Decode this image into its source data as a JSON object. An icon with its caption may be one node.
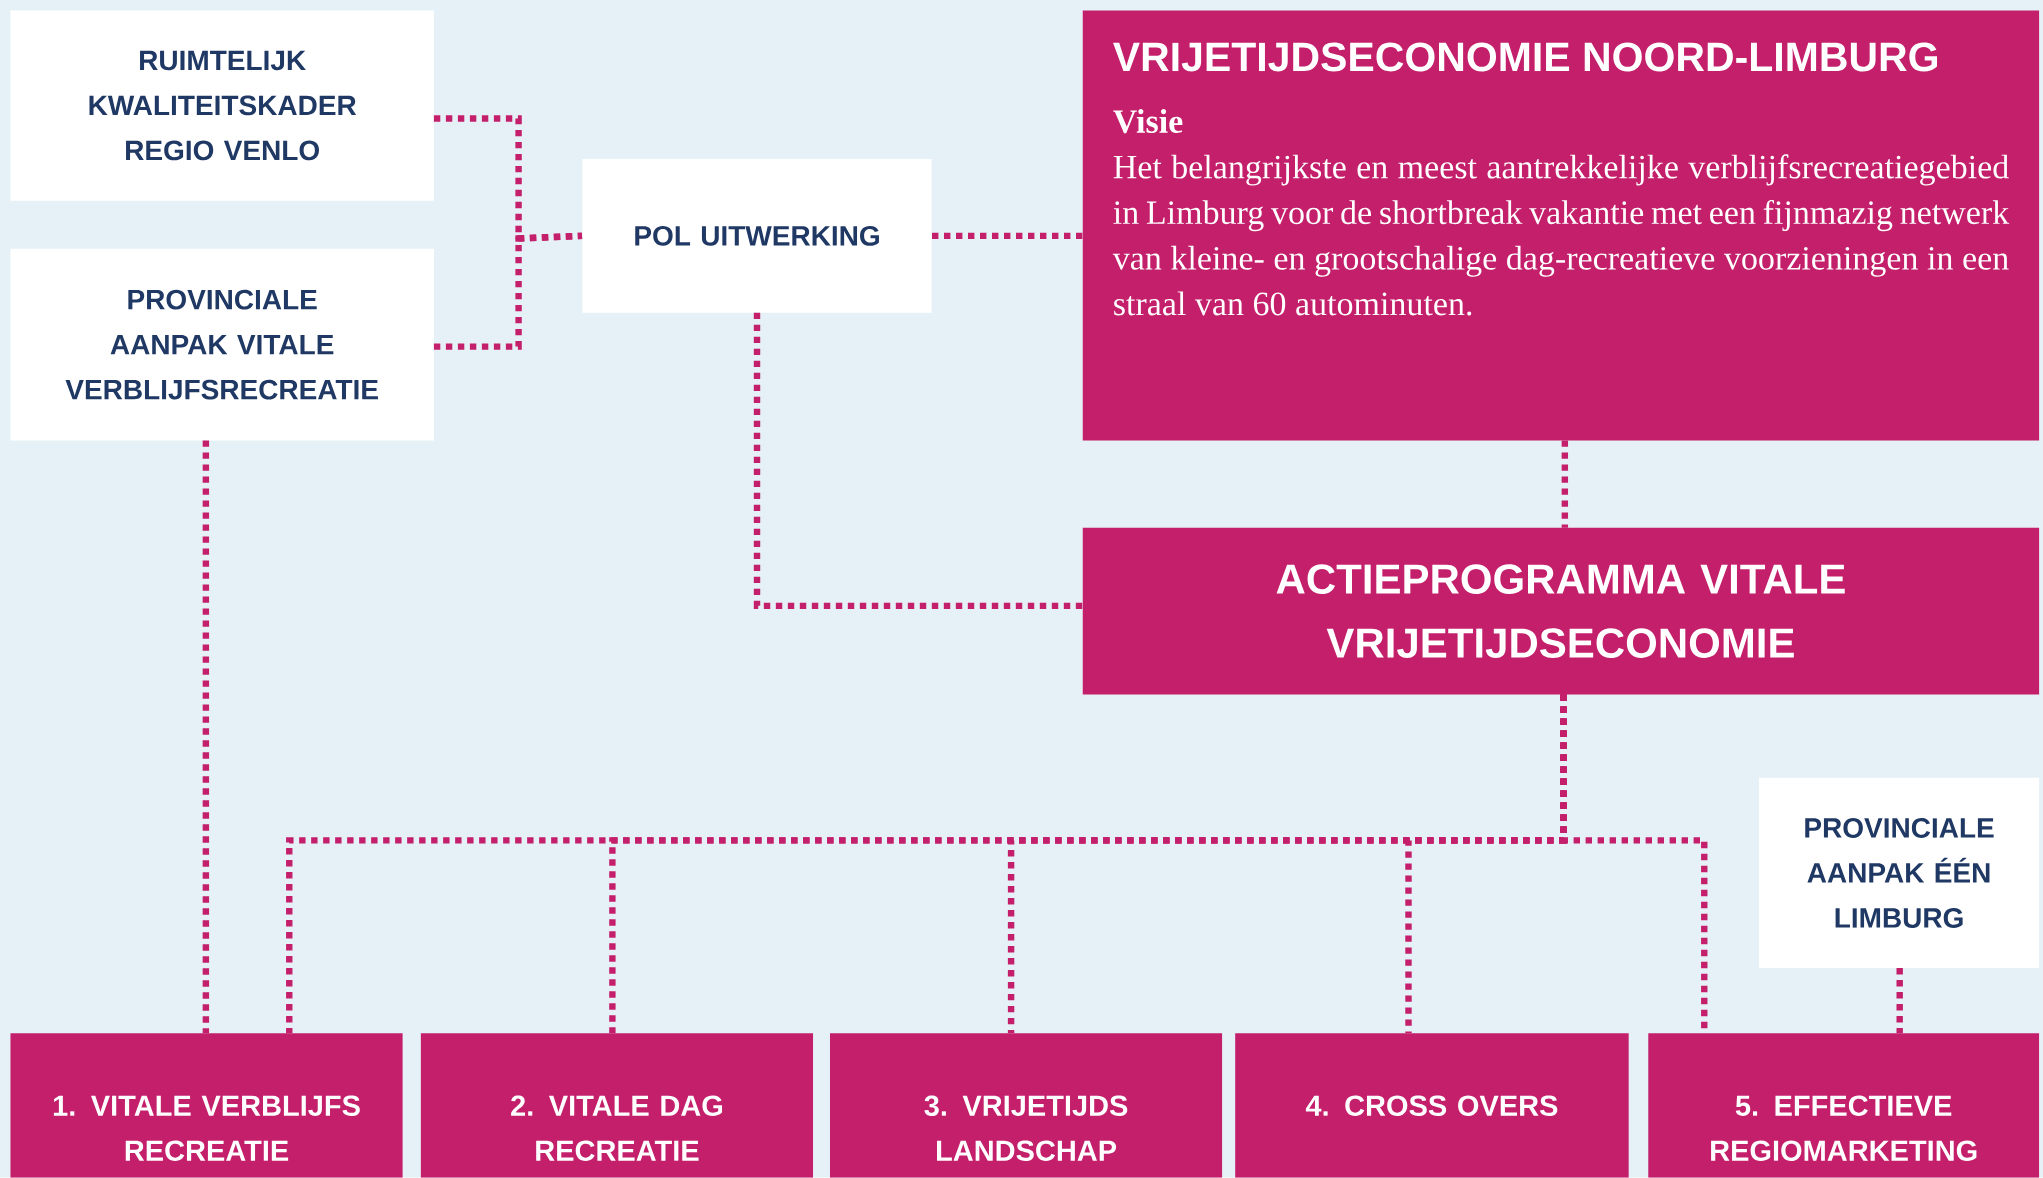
{
  "diagram": {
    "nodes": [
      {
        "text": [
          "RUIMTELIJK KWALITEITSKADER REGIO VENLO"
        ]
      },
      {
        "text": [
          "PROVINCIALE AANPAK VITALE VERBLIJFSRECREATIE"
        ]
      },
      {
        "text": [
          "POL UITWERKING"
        ]
      },
      {
        "text": [
          "VRIJETIJDSECONOMIE NOORD-LIMBURG",
          "Visie",
          "Het belangrijkste en meest aantrekkelijke verblijfsrecreatiegebied in Limburg voor de shortbreak vakantie met een fijnmazig netwerk van kleine- en grootschalige dag-recreatieve voorzieningen in een straal van 60 autominuten."
        ]
      },
      {
        "text": [
          "ACTIEPROGRAMMA VITALE VRIJETIJDSECONOMIE"
        ]
      },
      {
        "text": [
          "PROVINCIALE AANPAK ÉÉN LIMBURG"
        ]
      },
      {
        "text": [
          "1. VITALE VERBLIJFS RECREATIE"
        ]
      },
      {
        "text": [
          "2. VITALE DAG RECREATIE"
        ]
      },
      {
        "text": [
          "3. VRIJETIJDS LANDSCHAP"
        ]
      },
      {
        "text": [
          "4. CROSS OVERS"
        ]
      },
      {
        "text": [
          "5. EFFECTIEVE REGIOMARKETING"
        ]
      }
    ],
    "edges": [
      {
        "from": 0,
        "to": 2,
        "arrow": "none",
        "style": "dashed"
      },
      {
        "from": 1,
        "to": 2,
        "arrow": "none",
        "style": "dashed"
      },
      {
        "from": 2,
        "to": 3,
        "arrow": "none",
        "style": "dashed"
      },
      {
        "from": 3,
        "to": 4,
        "arrow": "none",
        "style": "dashed"
      },
      {
        "from": 2,
        "to": 4,
        "arrow": "none",
        "style": "dashed"
      },
      {
        "from": 1,
        "to": 6,
        "arrow": "none",
        "style": "dashed"
      },
      {
        "from": 4,
        "to": 6,
        "arrow": "none",
        "style": "dashed"
      },
      {
        "from": 4,
        "to": 7,
        "arrow": "none",
        "style": "dashed"
      },
      {
        "from": 4,
        "to": 8,
        "arrow": "none",
        "style": "dashed"
      },
      {
        "from": 4,
        "to": 9,
        "arrow": "none",
        "style": "dashed"
      },
      {
        "from": 4,
        "to": 10,
        "arrow": "none",
        "style": "dashed"
      },
      {
        "from": 5,
        "to": 10,
        "arrow": "none",
        "style": "dashed"
      }
    ]
  }
}
